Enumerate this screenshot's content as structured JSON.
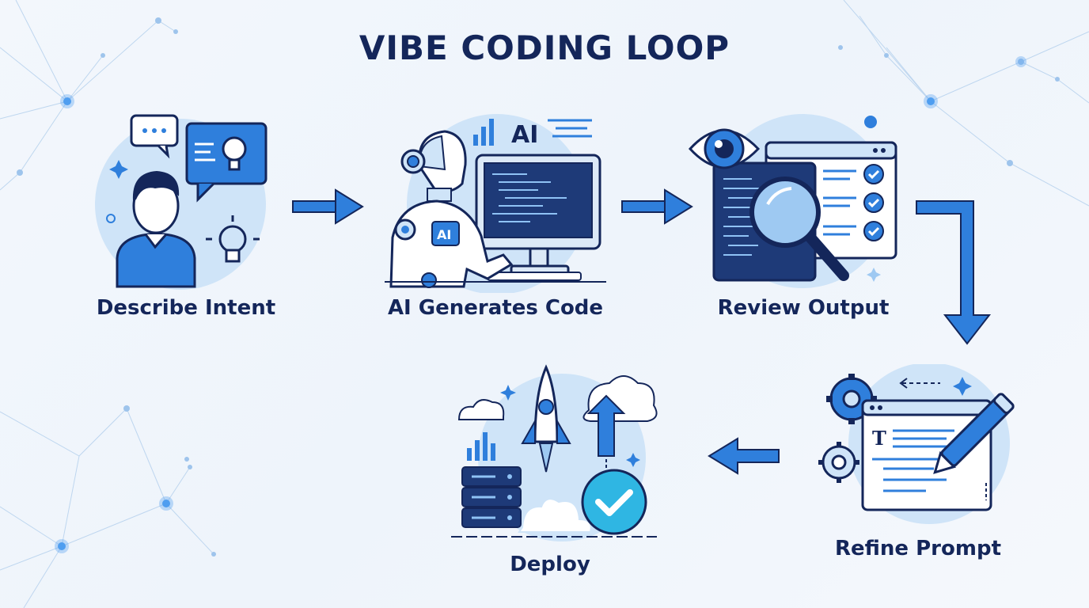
{
  "title": "VIBE CODING LOOP",
  "steps": [
    {
      "label": "Describe Intent",
      "icon": "person-idea-icon"
    },
    {
      "label": "AI Generates Code",
      "icon": "robot-coding-icon"
    },
    {
      "label": "Review Output",
      "icon": "eye-magnifier-review-icon"
    },
    {
      "label": "Refine Prompt",
      "icon": "document-pencil-gears-icon"
    },
    {
      "label": "Deploy",
      "icon": "rocket-server-check-icon"
    }
  ],
  "badges": {
    "ai_monitor": "AI",
    "ai_chest": "AI",
    "doc_glyph": "T"
  },
  "colors": {
    "navy": "#14265a",
    "primary_blue": "#2f7fdc",
    "light_blue": "#cfe4f8",
    "accent_cyan": "#2fb6e3",
    "background": "#f3f7fc"
  }
}
